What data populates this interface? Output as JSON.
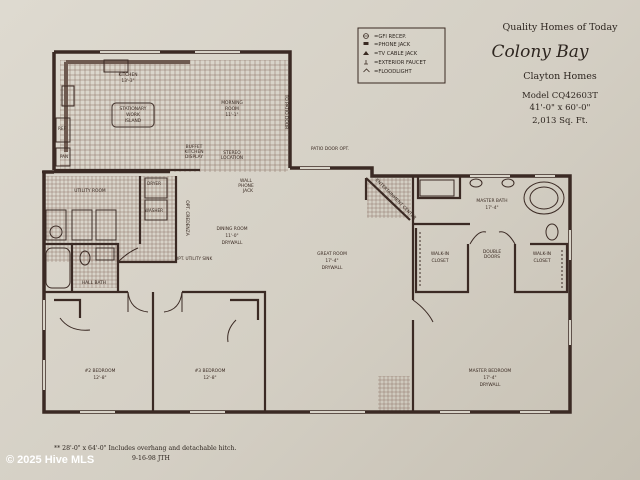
{
  "title": {
    "tagline": "Quality Homes of Today",
    "name": "Colony Bay",
    "builder": "Clayton Homes",
    "model": "Model CQ42603T",
    "dims": "41'-0\" x 60'-0\"",
    "sqft": "2,013 Sq. Ft."
  },
  "legend": [
    "=GFI RECEP.",
    "=PHONE JACK",
    "=TV CABLE JACK",
    "=EXTERIOR FAUCET",
    "=FLOODLIGHT"
  ],
  "rooms": {
    "kitchen": [
      "KITCHEN",
      "13'-3\""
    ],
    "island": [
      "STATIONARY",
      "WORK",
      "ISLAND"
    ],
    "morning": [
      "MORNING",
      "ROOM",
      "11'-1\""
    ],
    "buffet": [
      "BUFFET",
      "KITCHEN",
      "DISPLAY"
    ],
    "stereo": [
      "STEREO",
      "LOCATION"
    ],
    "phone": [
      "WALL",
      "PHONE",
      "JACK"
    ],
    "patio": "PATIO DOOR OPT.",
    "topatio": "TO PATIO DOOR",
    "utility": "UTILITY ROOM",
    "dining": [
      "DINING ROOM",
      "11'-0\"",
      "DRYWALL"
    ],
    "great": [
      "GREAT ROOM",
      "17'-4\"",
      "DRYWALL"
    ],
    "hallbath": "HALL BATH",
    "bed2": [
      "#2 BEDROOM",
      "12'-8\""
    ],
    "bed3": [
      "#3 BEDROOM",
      "12'-8\""
    ],
    "mbath": [
      "MASTER BATH",
      "17'-4\""
    ],
    "wic1": [
      "WALK-IN",
      "CLOSET"
    ],
    "wic2": [
      "WALK-IN",
      "CLOSET"
    ],
    "double": [
      "DOUBLE",
      "DOORS"
    ],
    "mbed": [
      "MASTER BEDROOM",
      "17'-4\"",
      "DRYWALL"
    ],
    "dryer": "DRYER",
    "washer": "WASHER",
    "optsink": "OPT. UTILITY SINK",
    "pantry": "PAN",
    "ref": "REF",
    "credenza": "OPT. CREDENZA",
    "entertain": "ENTERTAINMENT CENTER"
  },
  "notes": {
    "dims": "** 28'-0\" x 64'-0\" Includes overhang and detachable hitch.",
    "date": "9-16-98 JTH"
  },
  "watermark": "© 2025 Hive MLS"
}
